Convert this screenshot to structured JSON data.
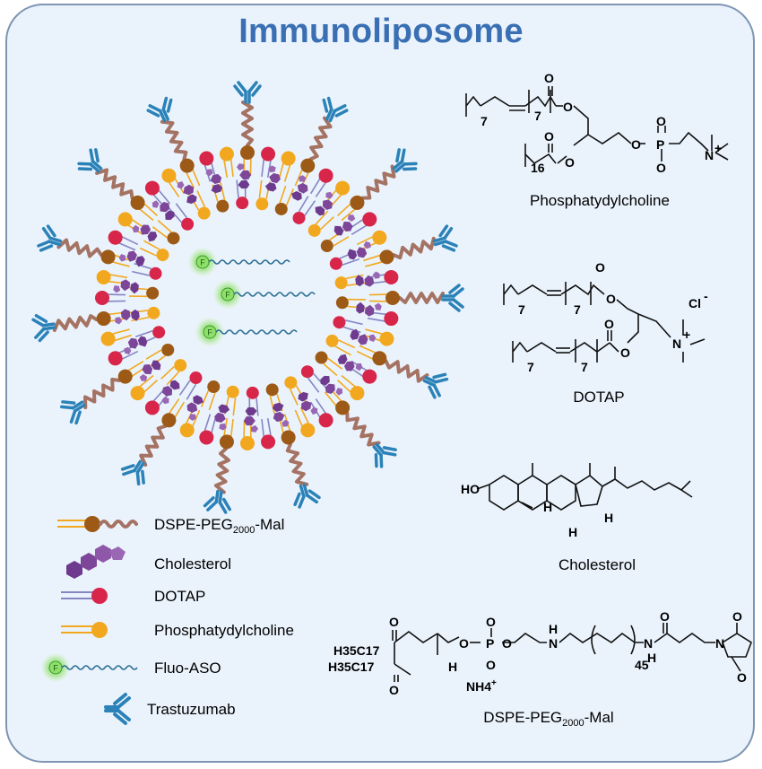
{
  "title": "Immunoliposome",
  "fluo_tag": "F",
  "legend": [
    {
      "label": "DSPE-PEG",
      "sub": "2000",
      "suffix": "-Mal",
      "icon": "dspe-peg-mal-icon"
    },
    {
      "label": "Cholesterol",
      "icon": "cholesterol-icon"
    },
    {
      "label": "DOTAP",
      "icon": "dotap-icon"
    },
    {
      "label": "Phosphatydylcholine",
      "icon": "phosphatidylcholine-icon"
    },
    {
      "label": "Fluo-ASO",
      "icon": "fluo-aso-icon"
    },
    {
      "label": "Trastuzumab",
      "icon": "trastuzumab-icon"
    }
  ],
  "structures": {
    "pc": {
      "name": "Phosphatydylcholine",
      "labels": {
        "n7": "7",
        "n7b": "7",
        "n16": "16",
        "o1": "O",
        "o2": "O",
        "o3": "O",
        "o4": "O",
        "o5": "O",
        "p": "P",
        "om": "O",
        "o6": "O",
        "n": "N",
        "np": "+"
      }
    },
    "dotap": {
      "name": "DOTAP",
      "labels": {
        "n7a": "7",
        "n7b": "7",
        "n7c": "7",
        "n7d": "7",
        "o1": "O",
        "o2": "O",
        "o3": "O",
        "o4": "O",
        "n": "N",
        "np": "+",
        "cl": "Cl",
        "clm": "-"
      }
    },
    "chol": {
      "name": "Cholesterol",
      "labels": {
        "ho": "HO",
        "h1": "H",
        "h2": "H",
        "h3": "H"
      }
    },
    "dspe": {
      "name": "DSPE-PEG",
      "name_sub": "2000",
      "name_suffix": "-Mal",
      "labels": {
        "c17a": "H35C17",
        "c17b": "H35C17",
        "oa": "O",
        "ob": "O",
        "oc": "O",
        "od": "O",
        "p": "P",
        "om": "O",
        "oe": "O",
        "h": "H",
        "nh1": "N",
        "nh1h": "H",
        "n45": "45",
        "nh2": "N",
        "nh2h": "H",
        "om2": "O",
        "nm": "N",
        "om3": "O",
        "om4": "O",
        "nh4": "NH4",
        "nh4p": "+"
      }
    }
  },
  "colors": {
    "title": "#3a6fb3",
    "panel_bg": "#eaf3fc",
    "panel_border": "#7f95b4",
    "peg": "#a57363",
    "dspe_head": "#9c5a16",
    "pc_head": "#f2a81e",
    "dotap_head": "#d8254a",
    "cholesterol": "#6e3a8e",
    "antibody": "#2b82b8",
    "aso": "#2d6f94",
    "fluo": "#7ed957"
  }
}
